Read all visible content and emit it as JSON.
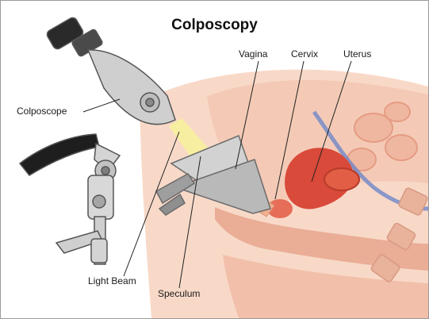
{
  "title": "Colposcopy",
  "labels": {
    "colposcope": "Colposcope",
    "light_beam": "Light Beam",
    "speculum": "Speculum",
    "vagina": "Vagina",
    "cervix": "Cervix",
    "uterus": "Uterus"
  },
  "colors": {
    "tissue": "#f5cdb8",
    "tissue_dark": "#e9a98e",
    "organ_red": "#d94a3a",
    "vessel_blue": "#6f86c9",
    "instrument_gray": "#c9c9c9",
    "light_yellow": "#f7ef9c"
  }
}
